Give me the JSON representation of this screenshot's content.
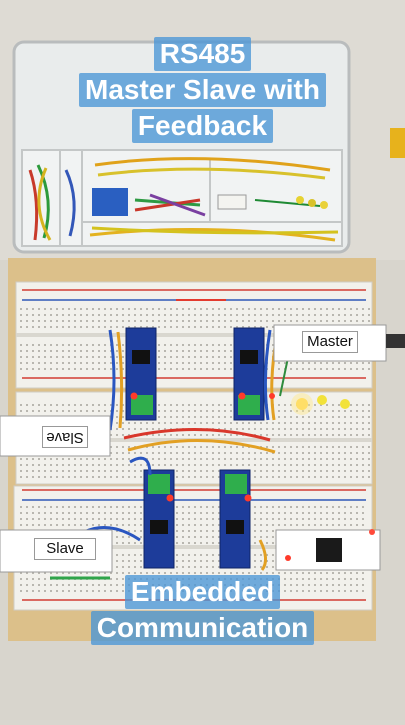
{
  "title": {
    "lines": [
      "RS485",
      "Master Slave with",
      "Feedback"
    ]
  },
  "footer": {
    "lines": [
      "Embedded",
      "Communication"
    ]
  },
  "labels": {
    "master": "Master",
    "slave_left": "Slave",
    "slave_bottom": "Slave"
  }
}
